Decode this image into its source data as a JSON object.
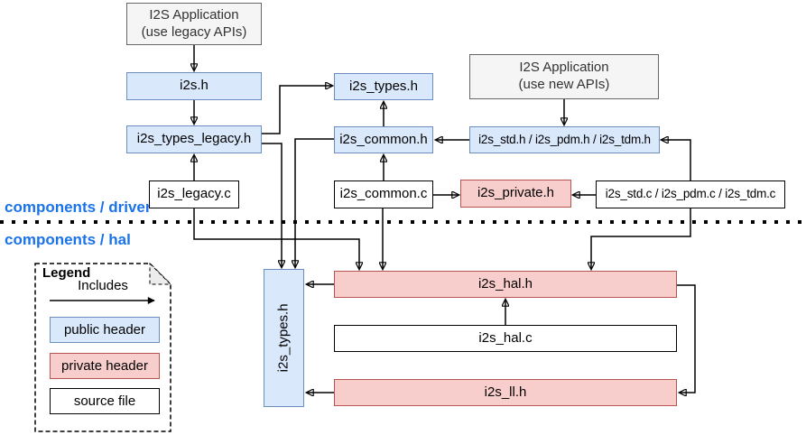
{
  "sections": {
    "driver_label": "components / driver",
    "hal_label": "components / hal"
  },
  "nodes": {
    "app_legacy_line1": "I2S Application",
    "app_legacy_line2": "(use legacy APIs)",
    "app_new_line1": "I2S Application",
    "app_new_line2": "(use new APIs)",
    "i2s_h": "i2s.h",
    "i2s_types_legacy_h": "i2s_types_legacy.h",
    "i2s_legacy_c": "i2s_legacy.c",
    "i2s_types_h_driver": "i2s_types.h",
    "i2s_common_h": "i2s_common.h",
    "i2s_common_c": "i2s_common.c",
    "i2s_std_h": "i2s_std.h / i2s_pdm.h / i2s_tdm.h",
    "i2s_private_h": "i2s_private.h",
    "i2s_std_c": "i2s_std.c / i2s_pdm.c / i2s_tdm.c",
    "i2s_types_h_hal": "i2s_types.h",
    "i2s_hal_h": "i2s_hal.h",
    "i2s_hal_c": "i2s_hal.c",
    "i2s_ll_h": "i2s_ll.h"
  },
  "legend": {
    "title": "Legend",
    "arrow_label": "Includes",
    "public_header": "public header",
    "private_header": "private header",
    "source_file": "source file"
  },
  "colors": {
    "public_header_fill": "#dae8fc",
    "public_header_stroke": "#6c8ebf",
    "private_header_fill": "#f8cecc",
    "private_header_stroke": "#b85450",
    "source_file_fill": "#ffffff",
    "source_file_stroke": "#000000",
    "application_fill": "#f5f5f5",
    "application_stroke": "#666666",
    "section_label_text": "#1a73e8",
    "edge_color": "#000000"
  }
}
